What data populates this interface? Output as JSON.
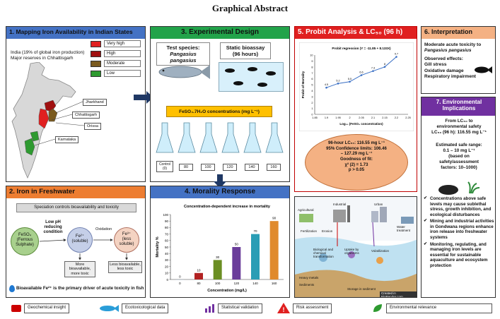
{
  "title": "Graphical Abstract",
  "panel1": {
    "heading": "1. Mapping Iron Availability in Indian States",
    "intro_line1": "India (19% of global iron production)",
    "intro_line2": "Major reserves in Chhattisgarh",
    "legend": [
      "Very high",
      "High",
      "Moderate",
      "Low"
    ],
    "legend_colors": [
      "#e02020",
      "#a01010",
      "#7a5a1e",
      "#2e9a30"
    ],
    "states": [
      "Jharkhand",
      "Chhattisgarh",
      "Orissa",
      "Karnataka"
    ]
  },
  "panel2": {
    "heading": "2. Iron in Freshwater",
    "speciation": "Speciation controls bioavailability and toxicity",
    "ferrous_line1": "FeSO₄",
    "ferrous_line2": "(Ferrous",
    "ferrous_line3": "Sulphate)",
    "condition_line1": "Low pH",
    "condition_line2": "reducing",
    "condition_line3": "condition",
    "fe2_line1": "Fe²⁺",
    "fe2_line2": "(soluble)",
    "oxidation": "Oxidation",
    "fe3_line1": "Fe³⁺",
    "fe3_line2": "(less",
    "fe3_line3": "soluble)",
    "more_line1": "More bioavailable,",
    "more_line2": "more toxic",
    "less_line1": "Less bioavailable,",
    "less_line2": "less toxic",
    "footer": "Bioavailable Fe²⁺ is the primary driver of acute toxicity in fish"
  },
  "panel3": {
    "heading": "3. Experimental Design",
    "species_label": "Test species:",
    "species_name": "Pangasius pangasius",
    "static_line1": "Static bioassay",
    "static_line2": "(96 hours)",
    "conc_label": "FeSO₄.7H₂O concentrations (mg L⁻¹)",
    "flasks": [
      "Control (0)",
      "80",
      "100",
      "120",
      "140",
      "160"
    ]
  },
  "panel4": {
    "heading": "4. Morality Response",
    "chart_title": "Concentration-dependent increase in mortality",
    "ylabel": "Mortality %",
    "xlabel": "Concentration (mg/L)",
    "y_ticks": [
      "0",
      "10",
      "20",
      "30",
      "40",
      "50",
      "60",
      "70",
      "80",
      "90",
      "100"
    ]
  },
  "panel5": {
    "heading": "5. Probit Analysis & LC₅₀ (96 h)",
    "chart_title": "Probit regression (Y = -11.85 + 8.133X)",
    "ylabel": "Probit of Mortality",
    "xlabel": "Log₁₀ (FeSO₄ concentration)",
    "x_ticks": [
      "1.85",
      "1.9",
      "1.95",
      "2",
      "2.05",
      "2.1",
      "2.15",
      "2.2",
      "2.25"
    ],
    "y_ticks": [
      "0",
      "1",
      "2",
      "3",
      "4",
      "5",
      "6",
      "7",
      "8",
      "9",
      "10"
    ],
    "stat_line1": "96-hour LC₅₀: 116.55 mg L⁻¹",
    "stat_line2": "95% Confidence limits: 106.46",
    "stat_line3": "– 127.29 mg L⁻¹",
    "stat_line4": "Goodness of fit:",
    "stat_line5": "χ² (2) = 1.73",
    "stat_line6": "p > 0.05"
  },
  "panel6": {
    "heading": "6. Interpretation",
    "line1": "Moderate acute toxicity to",
    "line2": "Pangasius pangasius",
    "observed": "Observed effects:",
    "effect1": "Gill stress",
    "effect2": "Oxidative damage",
    "effect3": "Respiratory impairment"
  },
  "panel7": {
    "heading_line1": "7. Environmental",
    "heading_line2": "Implications",
    "from_line1": "From LC₅₀ to",
    "from_line2": "environmental safety",
    "from_line3": "LC₅₀ (96 h): 116.55 mg L⁻¹",
    "safe_line1": "Estimated safe range:",
    "safe_line2": "0.1 – 10 mg L⁻¹",
    "safe_line3": "(based on",
    "safe_line4": "safety/assessment",
    "safe_line5": "factors: 10–1000)",
    "bullets": [
      "Concentrations above safe levels may cause sublethal stress, growth inhibition, and ecological disturbances",
      "Mining and industrial activities in Gondwana regions enhance iron release into freshwater systems",
      "Monitoring, regulating, and managing iron levels are essential for sustainable aquaculture and ecosystem protection"
    ]
  },
  "ecosystem": {
    "labels": [
      "Agricultural",
      "Industrial",
      "Urban",
      "Fertilization",
      "Erosion",
      "Water treatment",
      "Biological and chemical transformation",
      "Uptake by organisms",
      "Volatilization",
      "Heavy metals",
      "Sediments",
      "Storage in sediment"
    ],
    "credit": "Created in BioRender.com"
  },
  "footer": {
    "items": [
      "Geochemical insight",
      "Ecotoxicological data",
      "Statistical validation",
      "Risk assessment",
      "Environmental relevance"
    ]
  },
  "chart_data": [
    {
      "type": "bar",
      "title": "Concentration-dependent increase in mortality",
      "xlabel": "Concentration (mg/L)",
      "ylabel": "Mortality %",
      "categories": [
        "0",
        "80",
        "100",
        "120",
        "140",
        "160"
      ],
      "values": [
        0,
        10,
        30,
        50,
        70,
        90
      ],
      "colors": [
        "#9aa8b8",
        "#b22222",
        "#6b8e23",
        "#6a3d9a",
        "#2a9db5",
        "#e08a2c"
      ],
      "ylim": [
        0,
        100
      ]
    },
    {
      "type": "line",
      "title": "Probit regression (Y = -11.85 + 8.133X)",
      "xlabel": "Log₁₀ (FeSO₄ concentration)",
      "ylabel": "Probit of Mortality",
      "x": [
        1.9,
        1.95,
        2.0,
        2.05,
        2.1,
        2.15,
        2.2
      ],
      "y": [
        4.5,
        5.2,
        5.5,
        6.6,
        7.3,
        8.0,
        9.7
      ],
      "xlim": [
        1.85,
        2.25
      ],
      "ylim": [
        0,
        10
      ]
    }
  ]
}
